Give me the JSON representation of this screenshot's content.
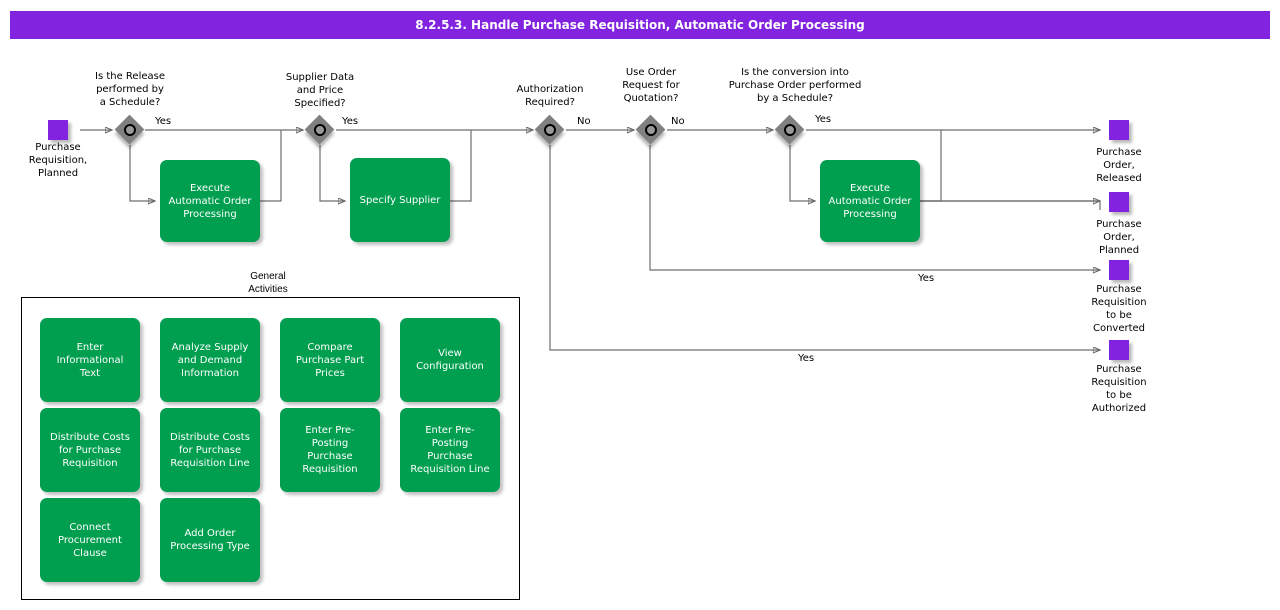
{
  "header": {
    "title": "8.2.5.3. Handle Purchase Requisition, Automatic Order Processing",
    "bar_color": "#8223E0"
  },
  "colors": {
    "event": "#8223E0",
    "task": "#009E4F",
    "gateway": "#808080",
    "edge": "#6E6E6E",
    "text": "#000000"
  },
  "flow": {
    "start_event": {
      "name": "purchase-requisition-planned",
      "label": "Purchase\nRequisition,\nPlanned"
    },
    "gateways": [
      {
        "name": "release-by-schedule",
        "question": "Is the Release\nperformed by\na Schedule?",
        "out_label": "Yes"
      },
      {
        "name": "supplier-data-price-specified",
        "question": "Supplier Data\nand Price\nSpecified?",
        "out_label": "Yes"
      },
      {
        "name": "authorization-required",
        "question": "Authorization\nRequired?",
        "out_label": "No"
      },
      {
        "name": "use-order-request-for-quotation",
        "question": "Use Order\nRequest for\nQuotation?",
        "out_label": "No"
      },
      {
        "name": "conversion-into-purchase-order-by-schedule",
        "question": "Is the conversion into\nPurchase Order performed\nby a Schedule?",
        "out_label": "Yes"
      }
    ],
    "tasks": [
      {
        "name": "execute-automatic-order-processing-1",
        "label": "Execute\nAutomatic Order\nProcessing"
      },
      {
        "name": "specify-supplier",
        "label": "Specify Supplier"
      },
      {
        "name": "execute-automatic-order-processing-2",
        "label": "Execute\nAutomatic Order\nProcessing"
      }
    ],
    "branch_labels": {
      "authorization_yes": "Yes",
      "quotation_yes": "Yes"
    },
    "end_events": [
      {
        "name": "purchase-order-released",
        "label": "Purchase\nOrder,\nReleased"
      },
      {
        "name": "purchase-order-planned",
        "label": "Purchase\nOrder,\nPlanned"
      },
      {
        "name": "purchase-requisition-to-be-converted",
        "label": "Purchase\nRequisition\nto be\nConverted"
      },
      {
        "name": "purchase-requisition-to-be-authorized",
        "label": "Purchase\nRequisition\nto be\nAuthorized"
      }
    ]
  },
  "general_activities": {
    "title": "General\nActivities",
    "items": [
      {
        "name": "enter-informational-text",
        "label": "Enter\nInformational\nText"
      },
      {
        "name": "analyze-supply-and-demand-information",
        "label": "Analyze Supply\nand Demand\nInformation"
      },
      {
        "name": "compare-purchase-part-prices",
        "label": "Compare\nPurchase Part\nPrices"
      },
      {
        "name": "view-configuration",
        "label": "View\nConfiguration"
      },
      {
        "name": "distribute-costs-for-purchase-requisition",
        "label": "Distribute Costs\nfor Purchase\nRequisition"
      },
      {
        "name": "distribute-costs-for-purchase-requisition-line",
        "label": "Distribute Costs\nfor Purchase\nRequisition Line"
      },
      {
        "name": "enter-pre-posting-purchase-requisition",
        "label": "Enter Pre-\nPosting\nPurchase\nRequisition"
      },
      {
        "name": "enter-pre-posting-purchase-requisition-line",
        "label": "Enter Pre-\nPosting\nPurchase\nRequisition Line"
      },
      {
        "name": "connect-procurement-clause",
        "label": "Connect\nProcurement\nClause"
      },
      {
        "name": "add-order-processing-type",
        "label": "Add Order\nProcessing Type"
      }
    ]
  }
}
